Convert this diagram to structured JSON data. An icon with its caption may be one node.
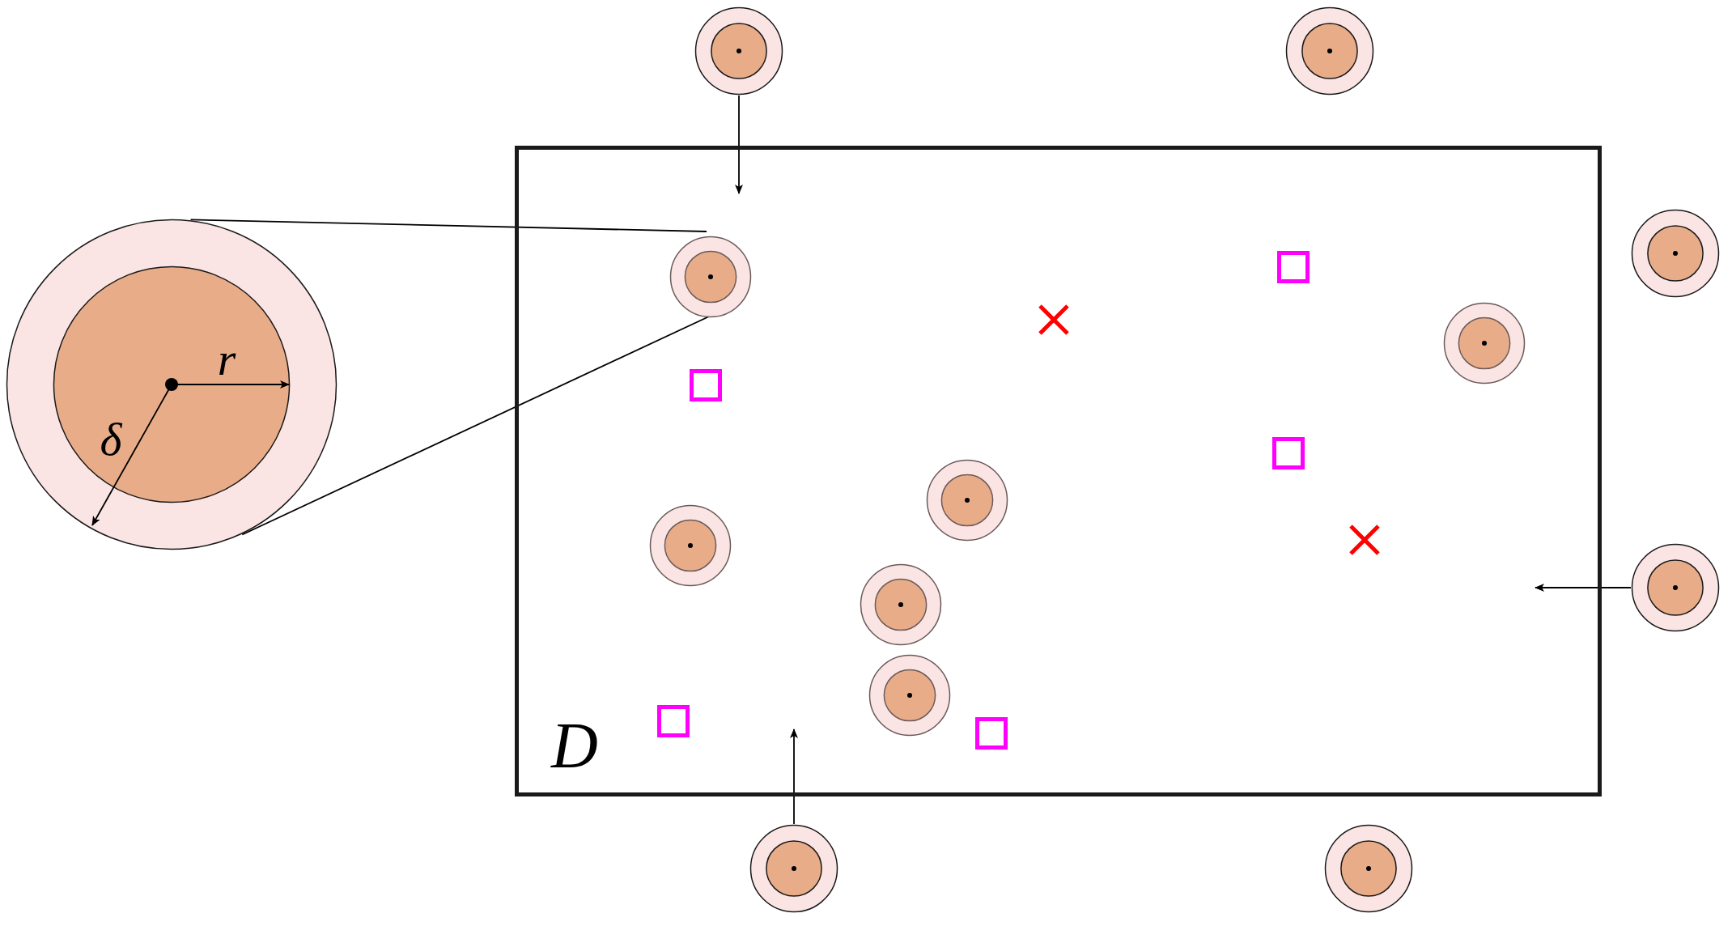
{
  "diagram": {
    "nodes": [
      {
        "text": [],
        "shape": "circle"
      },
      {
        "text": [],
        "shape": "circle"
      },
      {
        "text": [],
        "shape": "circle"
      },
      {
        "text": [
          "D"
        ]
      },
      {
        "text": [],
        "shape": "circle",
        "in": 3
      },
      {
        "text": [],
        "shape": "box",
        "in": 3
      },
      {
        "text": [],
        "shape": "cross",
        "in": 3
      },
      {
        "text": [],
        "shape": "circle"
      },
      {
        "text": [],
        "shape": "circle",
        "in": 3
      },
      {
        "text": [],
        "shape": "box",
        "in": 3
      },
      {
        "text": [],
        "shape": "box",
        "in": 3
      },
      {
        "text": [],
        "shape": "circle",
        "in": 3
      },
      {
        "text": [],
        "shape": "circle",
        "in": 3
      },
      {
        "text": [],
        "shape": "cross",
        "in": 3
      },
      {
        "text": [],
        "shape": "circle"
      },
      {
        "text": [],
        "shape": "circle",
        "in": 3
      },
      {
        "text": [],
        "shape": "circle",
        "in": 3
      },
      {
        "text": [],
        "shape": "box",
        "in": 3
      },
      {
        "text": [],
        "shape": "box",
        "in": 3
      },
      {
        "text": [],
        "shape": "circle"
      },
      {
        "text": [],
        "shape": "circle"
      }
    ],
    "edges": [
      {
        "from": 0,
        "to": 4,
        "arrow": "none"
      },
      {
        "from": 0,
        "to": 4,
        "arrow": "none"
      },
      {
        "from": 1,
        "to": null,
        "arrow": "to"
      },
      {
        "from": 19,
        "to": null,
        "arrow": "to"
      },
      {
        "from": 14,
        "to": null,
        "arrow": "to"
      }
    ],
    "labels": [
      "r",
      "δ"
    ]
  }
}
